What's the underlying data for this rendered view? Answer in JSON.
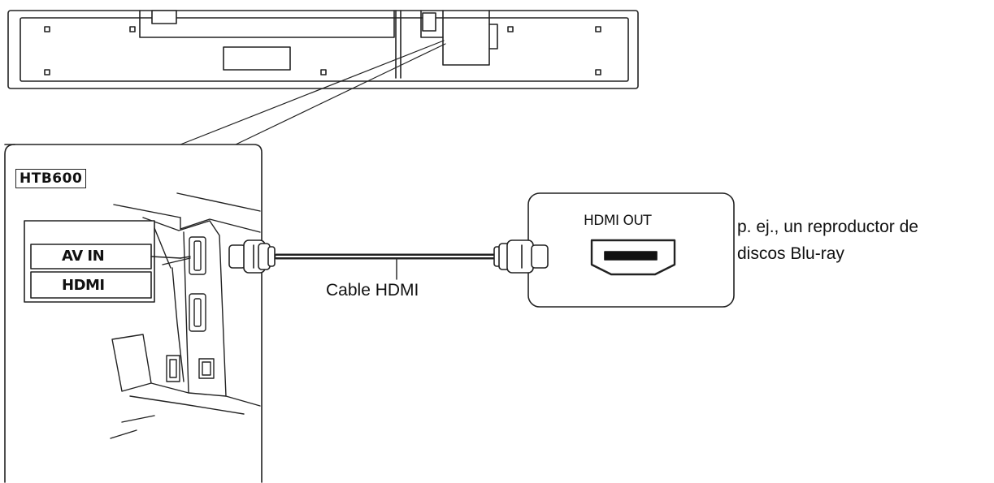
{
  "diagram": {
    "model": "HTB600",
    "port_label": {
      "line1": "AV IN",
      "line2": "HDMI"
    },
    "device_port": "HDMI OUT",
    "cable": "Cable HDMI",
    "device_description": {
      "line1": "p. ej., un reproductor de",
      "line2": "discos Blu-ray"
    }
  }
}
